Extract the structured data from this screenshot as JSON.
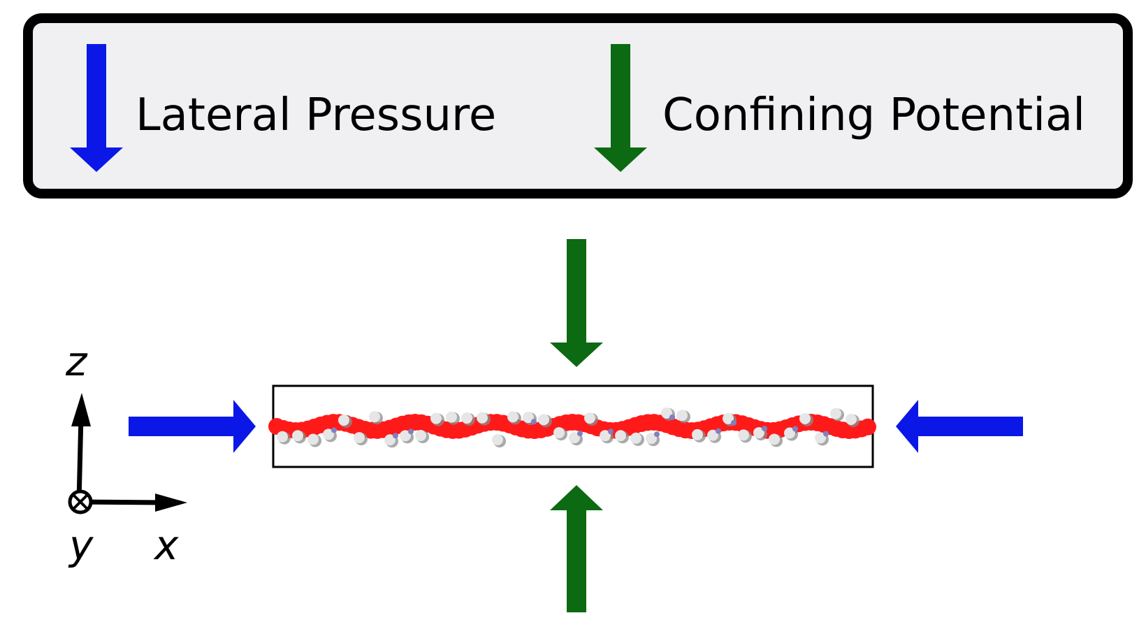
{
  "legend": {
    "items": [
      {
        "label": "Lateral Pressure",
        "color": "#0a17e6",
        "icon": "down-arrow-icon"
      },
      {
        "label": "Confining Potential",
        "color": "#0b6a12",
        "icon": "down-arrow-icon"
      }
    ],
    "frame_color": "#000000",
    "background": "#f0f0f2"
  },
  "axes": {
    "z": "z",
    "y": "y",
    "x": "x",
    "y_symbol": "into-page-circle-x-icon"
  },
  "colors": {
    "lateral": "#0a17e6",
    "confining": "#0b6a12",
    "molecule_backbone": "#ff1a1a",
    "molecule_atoms": "#e6e6e6",
    "molecule_shadow": "#8c8c8c",
    "molecule_nitrogen": "#8080c0"
  }
}
